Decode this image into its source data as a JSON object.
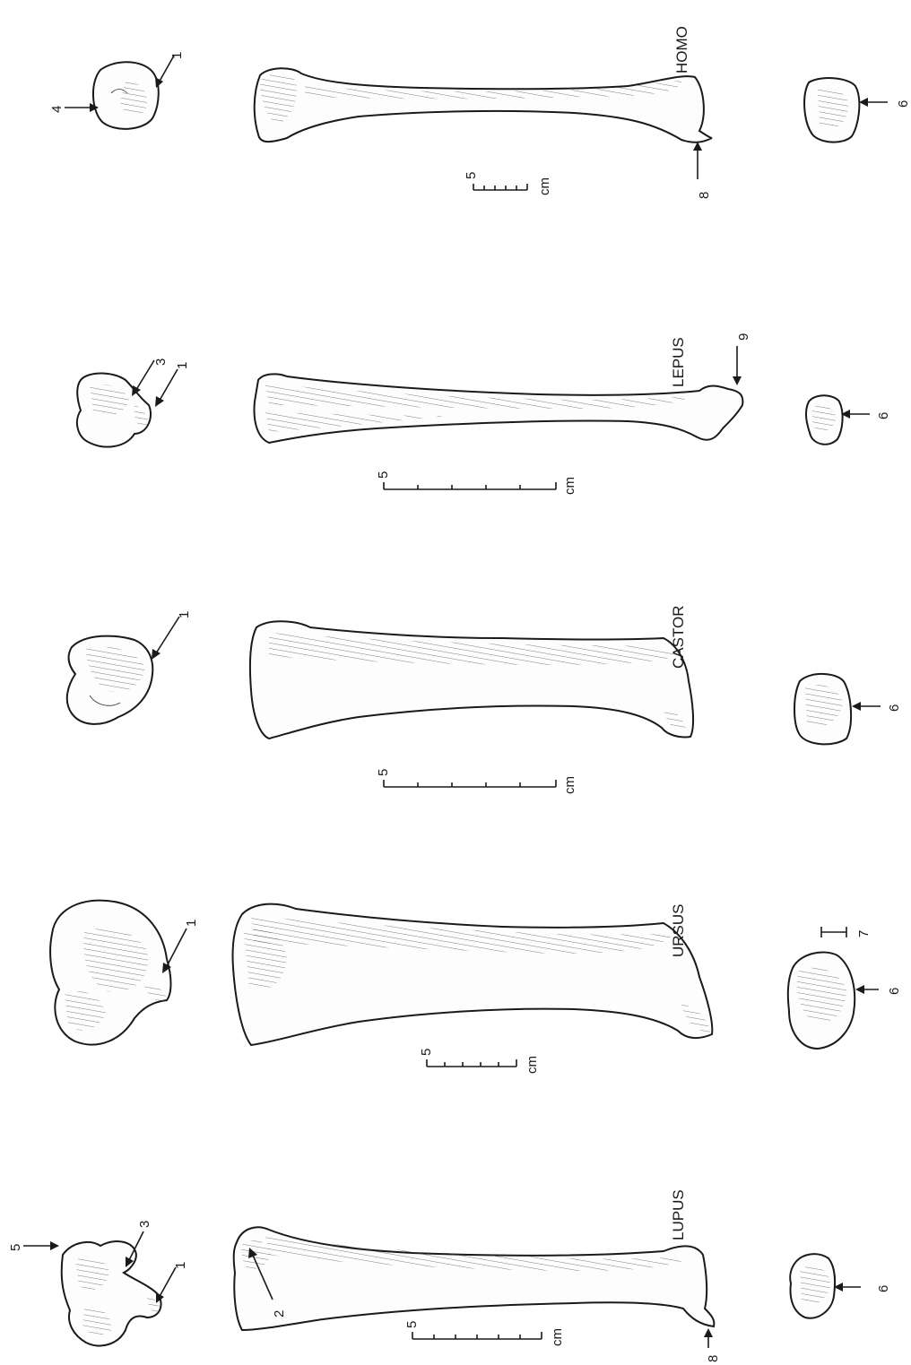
{
  "specimens": [
    {
      "name": "HOMO",
      "top_labels": [
        "4",
        "1"
      ],
      "bone_labels": [
        "8"
      ],
      "bottom_labels": [
        "6"
      ],
      "scale": {
        "number": "5",
        "unit": "cm"
      }
    },
    {
      "name": "LEPUS",
      "top_labels": [
        "3",
        "1"
      ],
      "bone_labels": [
        "9"
      ],
      "bottom_labels": [
        "6"
      ],
      "scale": {
        "number": "5",
        "unit": "cm"
      }
    },
    {
      "name": "CASTOR",
      "top_labels": [
        "1"
      ],
      "bone_labels": [],
      "bottom_labels": [
        "6"
      ],
      "scale": {
        "number": "5",
        "unit": "cm"
      }
    },
    {
      "name": "URSUS",
      "top_labels": [
        "1"
      ],
      "bone_labels": [],
      "bottom_labels": [
        "7",
        "6"
      ],
      "scale": {
        "number": "5",
        "unit": "cm"
      }
    },
    {
      "name": "LUPUS",
      "top_labels": [
        "5",
        "3",
        "1"
      ],
      "bone_labels": [
        "2",
        "8"
      ],
      "bottom_labels": [
        "6"
      ],
      "scale": {
        "number": "5",
        "unit": "cm"
      }
    }
  ]
}
